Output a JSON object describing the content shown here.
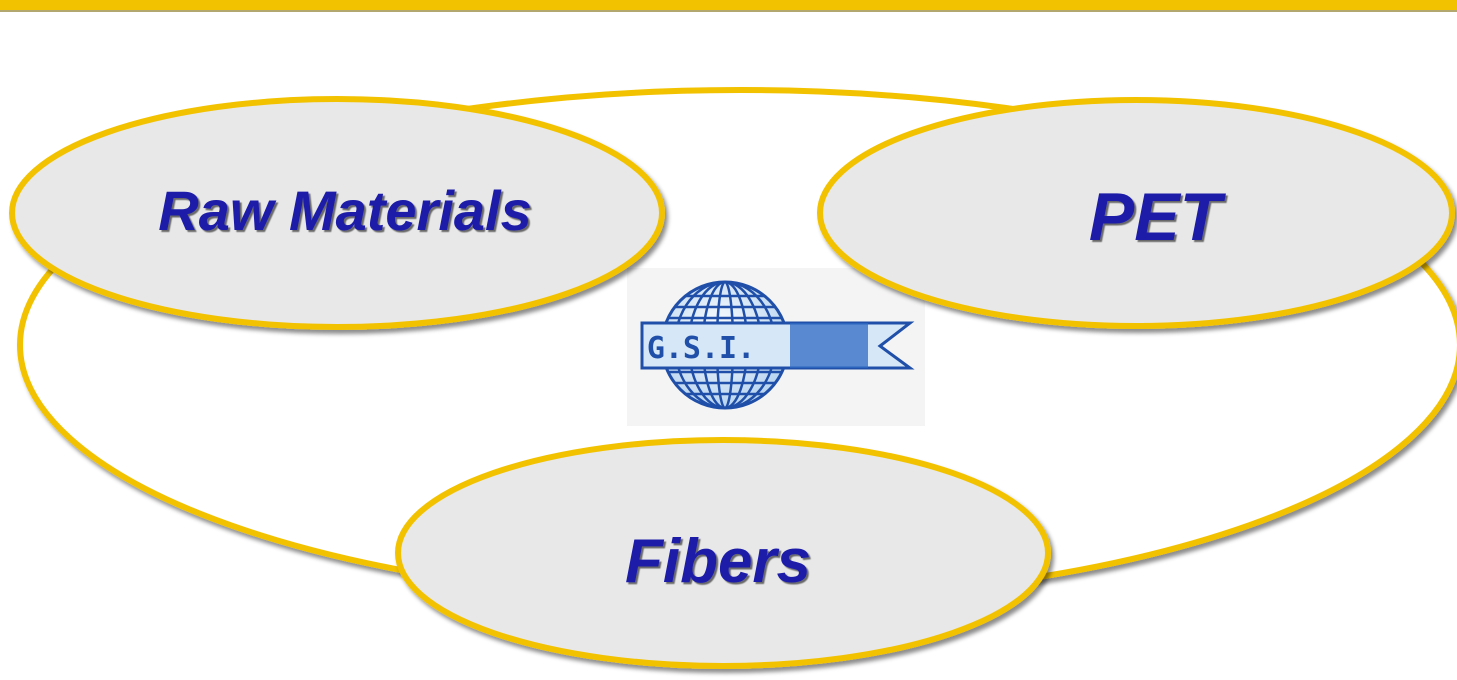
{
  "nodes": [
    {
      "id": "raw",
      "label": "Raw Materials"
    },
    {
      "id": "pet",
      "label": "PET"
    },
    {
      "id": "fibers",
      "label": "Fibers"
    }
  ],
  "logo": {
    "text": "G.S.I."
  },
  "colors": {
    "ring_stroke": "#f2c200",
    "ellipse_fill": "#e8e8e8",
    "label_text": "#1a1aa8",
    "logo_blue": "#1f4fa8",
    "logo_light": "#cfe3f6",
    "top_bar": "#f2c200"
  }
}
